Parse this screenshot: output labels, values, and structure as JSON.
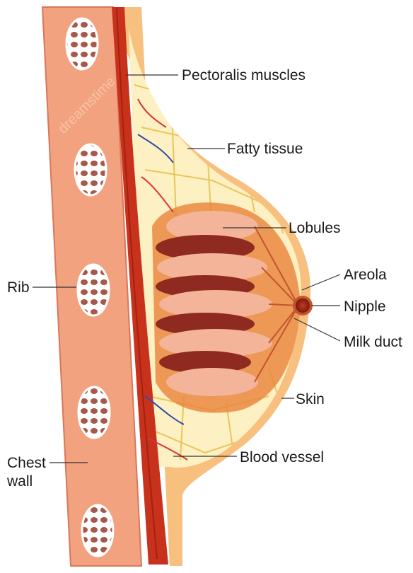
{
  "labels": {
    "pectoralis": "Pectoralis muscles",
    "fatty": "Fatty tissue",
    "lobules": "Lobules",
    "areola": "Areola",
    "nipple": "Nipple",
    "milk_duct": "Milk duct",
    "skin": "Skin",
    "rib": "Rib",
    "chest_wall_line1": "Chest",
    "chest_wall_line2": "wall",
    "blood_vessel": "Blood vessel"
  },
  "watermark": "dreamstime",
  "colors": {
    "chest_wall": "#f2a27e",
    "chest_wall_edge": "#d9775a",
    "muscle": "#c8321c",
    "muscle_dark": "#a5210f",
    "fat": "#fdf0c2",
    "fat_grid": "#e8c65a",
    "skin": "#f7c07e",
    "lobule_light": "#f4b49a",
    "lobule_dark": "#8e2a1f",
    "gland_bg": "#e8833a",
    "nipple": "#a8281a",
    "vessel_red": "#d8343a",
    "vessel_blue": "#2f4ea8",
    "bone": "#ffffff",
    "bone_cell": "#a8584a"
  }
}
